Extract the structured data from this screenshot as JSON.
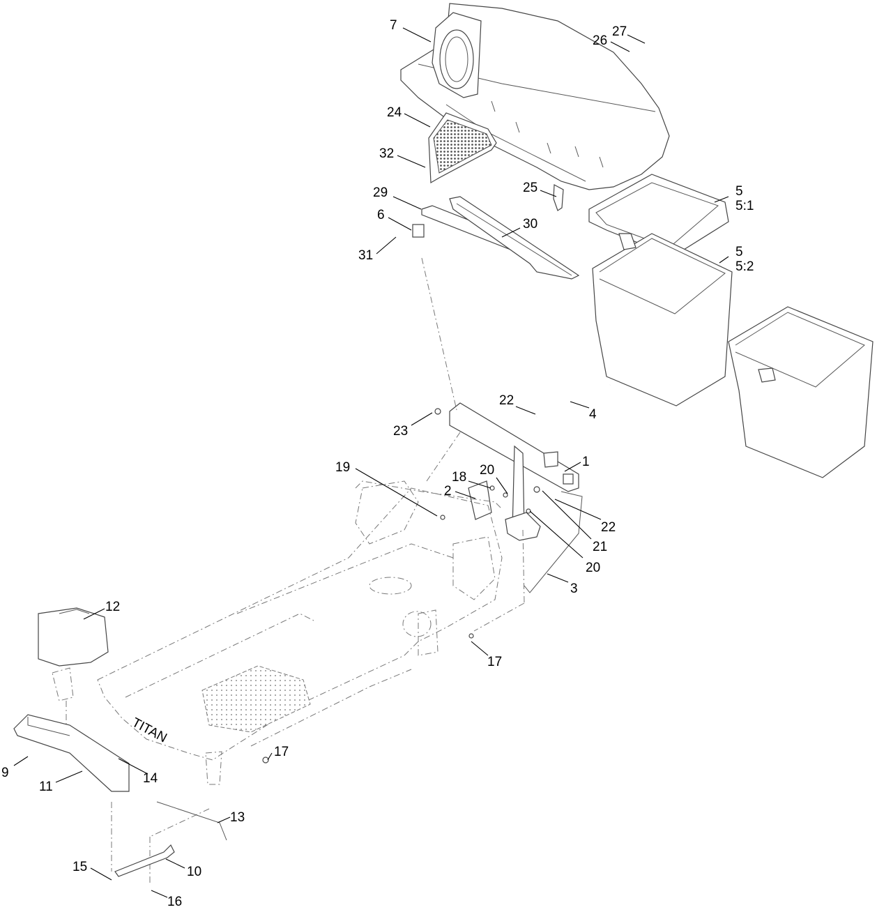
{
  "callouts": {
    "c1": "1",
    "c2": "2",
    "c3": "3",
    "c4": "4",
    "c5a": "5",
    "c5a_sub": "5:1",
    "c5b": "5",
    "c5b_sub": "5:2",
    "c6": "6",
    "c7": "7",
    "c9": "9",
    "c10": "10",
    "c11": "11",
    "c12": "12",
    "c13": "13",
    "c14": "14",
    "c15": "15",
    "c16": "16",
    "c17a": "17",
    "c17b": "17",
    "c18": "18",
    "c19": "19",
    "c20a": "20",
    "c20b": "20",
    "c21": "21",
    "c22a": "22",
    "c22b": "22",
    "c23": "23",
    "c24": "24",
    "c25": "25",
    "c26": "26",
    "c27": "27",
    "c29": "29",
    "c30": "30",
    "c31": "31",
    "c32": "32"
  },
  "frame_brand": "TITAN"
}
